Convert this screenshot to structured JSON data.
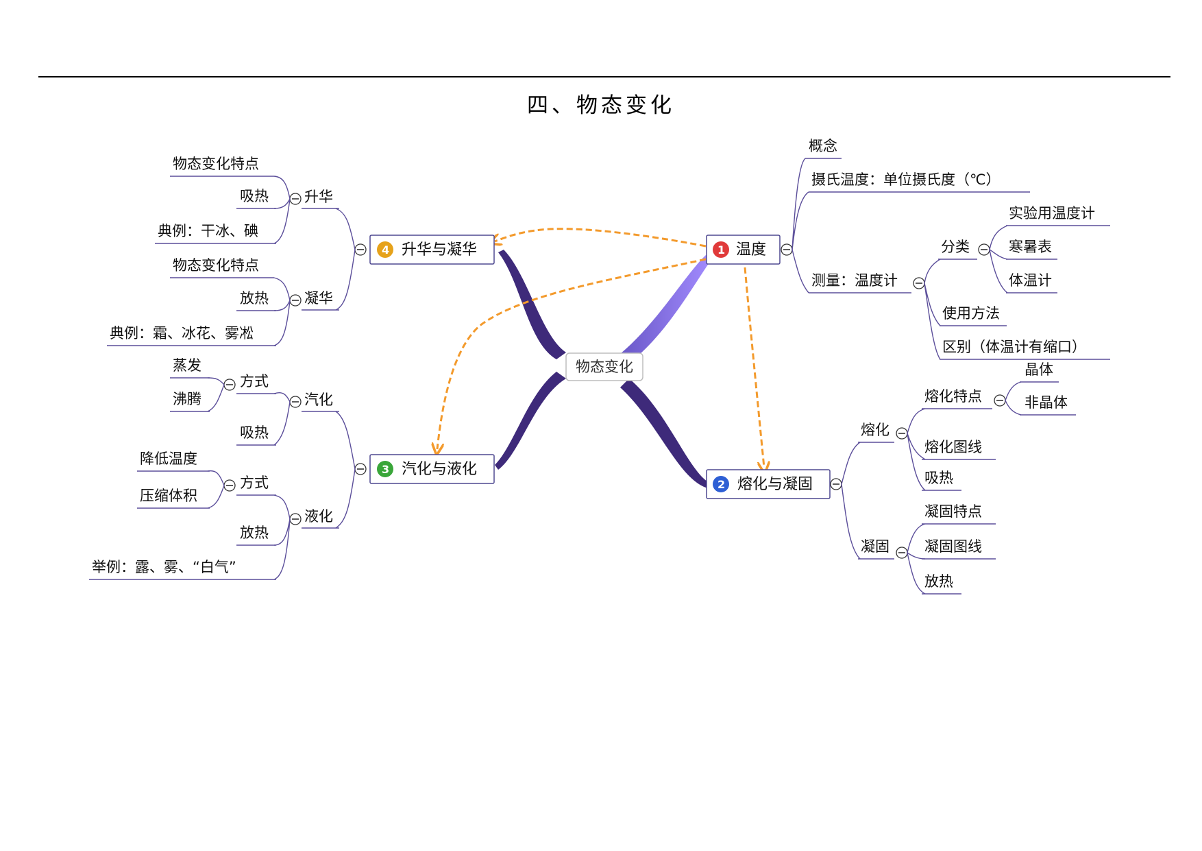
{
  "page": {
    "title": "四、物态变化"
  },
  "mindmap": {
    "center": "物态变化",
    "topics": [
      {
        "number": "1",
        "label": "温度",
        "badge_color": "#e03a3a",
        "children": [
          {
            "label": "概念"
          },
          {
            "label": "摄氏温度：单位摄氏度（℃）"
          },
          {
            "label": "测量：温度计",
            "children": [
              {
                "label": "分类",
                "children": [
                  {
                    "label": "实验用温度计"
                  },
                  {
                    "label": "寒暑表"
                  },
                  {
                    "label": "体温计"
                  }
                ]
              },
              {
                "label": "使用方法"
              },
              {
                "label": "区别（体温计有缩口）"
              }
            ]
          }
        ]
      },
      {
        "number": "2",
        "label": "熔化与凝固",
        "badge_color": "#2e5fd4",
        "children": [
          {
            "label": "熔化",
            "children": [
              {
                "label": "熔化特点",
                "children": [
                  {
                    "label": "晶体"
                  },
                  {
                    "label": "非晶体"
                  }
                ]
              },
              {
                "label": "熔化图线"
              },
              {
                "label": "吸热"
              }
            ]
          },
          {
            "label": "凝固",
            "children": [
              {
                "label": "凝固特点"
              },
              {
                "label": "凝固图线"
              },
              {
                "label": "放热"
              }
            ]
          }
        ]
      },
      {
        "number": "3",
        "label": "汽化与液化",
        "badge_color": "#3aa63a",
        "children": [
          {
            "label": "汽化",
            "children": [
              {
                "label": "方式",
                "children": [
                  {
                    "label": "蒸发"
                  },
                  {
                    "label": "沸腾"
                  }
                ]
              },
              {
                "label": "吸热"
              }
            ]
          },
          {
            "label": "液化",
            "children": [
              {
                "label": "方式",
                "children": [
                  {
                    "label": "降低温度"
                  },
                  {
                    "label": "压缩体积"
                  }
                ]
              },
              {
                "label": "放热"
              },
              {
                "label": "举例：露、雾、“白气”"
              }
            ]
          }
        ]
      },
      {
        "number": "4",
        "label": "升华与凝华",
        "badge_color": "#e6a21a",
        "children": [
          {
            "label": "升华",
            "children": [
              {
                "label": "物态变化特点"
              },
              {
                "label": "吸热"
              },
              {
                "label": "典例：干冰、碘"
              }
            ]
          },
          {
            "label": "凝华",
            "children": [
              {
                "label": "物态变化特点"
              },
              {
                "label": "放热"
              },
              {
                "label": "典例：霜、冰花、雾凇"
              }
            ]
          }
        ]
      }
    ]
  },
  "colors": {
    "branch": "#5b4e9a",
    "relation": "#f39a2c",
    "topic_border": "#4e4890"
  }
}
